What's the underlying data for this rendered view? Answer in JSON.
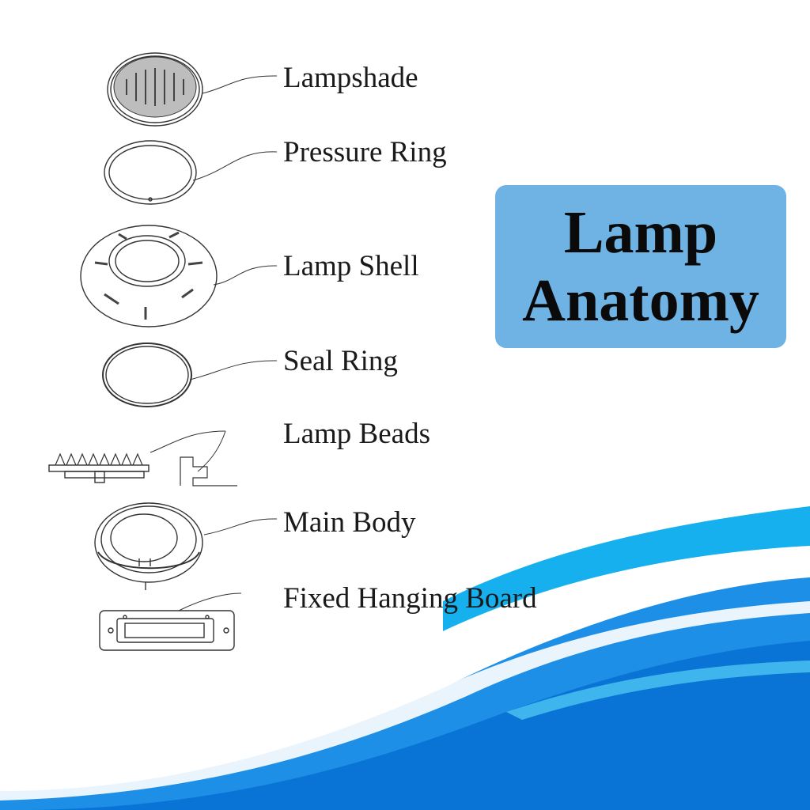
{
  "title": {
    "line1": "Lamp",
    "line2": "Anatomy"
  },
  "parts": [
    {
      "key": "lampshade",
      "label": "Lampshade"
    },
    {
      "key": "pressure-ring",
      "label": "Pressure Ring"
    },
    {
      "key": "lamp-shell",
      "label": "Lamp Shell"
    },
    {
      "key": "seal-ring",
      "label": "Seal Ring"
    },
    {
      "key": "lamp-beads",
      "label": "Lamp Beads"
    },
    {
      "key": "main-body",
      "label": "Main Body"
    },
    {
      "key": "fixed-hanging-board",
      "label": "Fixed Hanging Board"
    }
  ],
  "colors": {
    "title_box": "#6fb3e4",
    "wave_dark": "#0a74d6",
    "wave_light": "#16b0ee",
    "line_art": "#333333"
  }
}
